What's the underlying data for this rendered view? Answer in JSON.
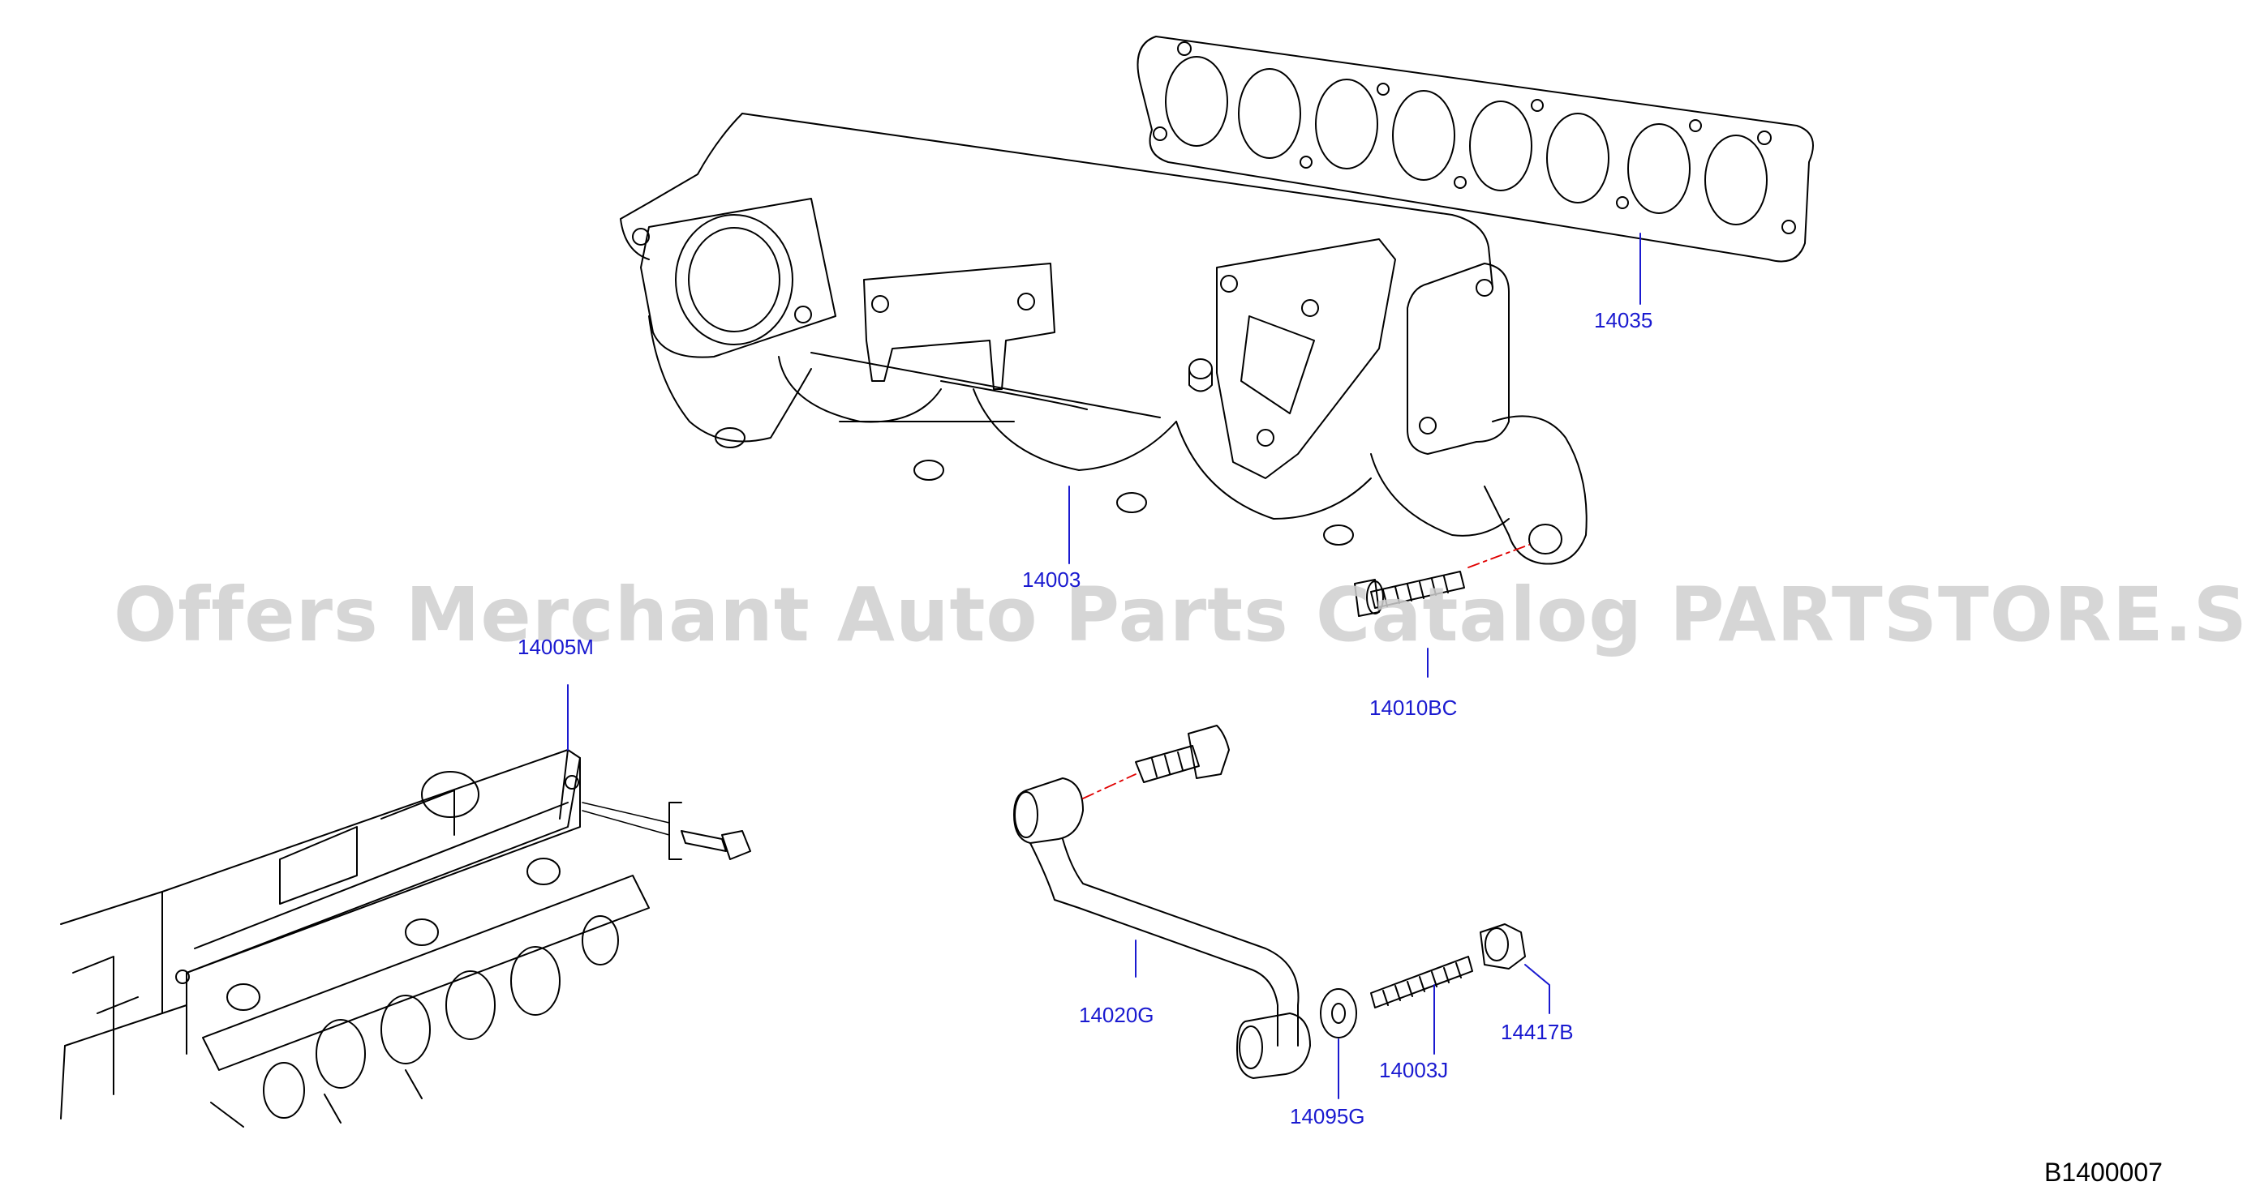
{
  "watermark": "Offers Merchant Auto Parts Catalog PARTSTORE.SA",
  "diagram_code": "B1400007",
  "colors": {
    "label": "#1a1ad0",
    "leader": "#1a1ad0",
    "drawing": "#000000",
    "centerline": "#e00000",
    "watermark": "#cfcfcf"
  },
  "parts": [
    {
      "id": "14035",
      "label": "14035"
    },
    {
      "id": "14003",
      "label": "14003"
    },
    {
      "id": "14010BC",
      "label": "14010BC"
    },
    {
      "id": "14005M",
      "label": "14005M"
    },
    {
      "id": "14020G",
      "label": "14020G"
    },
    {
      "id": "14417B",
      "label": "14417B"
    },
    {
      "id": "14003J",
      "label": "14003J"
    },
    {
      "id": "14095G",
      "label": "14095G"
    }
  ]
}
